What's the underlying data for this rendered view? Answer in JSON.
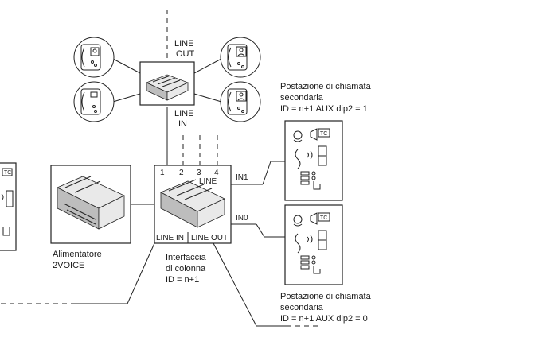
{
  "labels": {
    "line_out_top": [
      "LINE",
      "OUT"
    ],
    "line_in_mid": [
      "LINE",
      "IN"
    ],
    "terminals": [
      "1",
      "2",
      "3",
      "4"
    ],
    "line_terminal": "LINE",
    "line_in_bottom": "LINE IN",
    "line_out_bottom": "LINE OUT",
    "in1": "IN1",
    "in0": "IN0",
    "power_supply": [
      "Alimentatore",
      "2VOICE"
    ],
    "interface": [
      "Interfaccia",
      "di colonna",
      "ID = n+1"
    ],
    "secondary_top": [
      "Postazione di chiamata",
      "secondaria",
      "ID = n+1  AUX dip2 = 1"
    ],
    "secondary_bottom": [
      "Postazione di chiamata",
      "secondaria",
      "ID = n+1  AUX dip2 = 0"
    ],
    "tc_badge": "TC"
  },
  "icons": {
    "intercom": "intercom-handset-icon",
    "video_intercom": "video-intercom-icon",
    "switch_device": "line-switch-device-icon",
    "door_station": "door-station-icon"
  }
}
